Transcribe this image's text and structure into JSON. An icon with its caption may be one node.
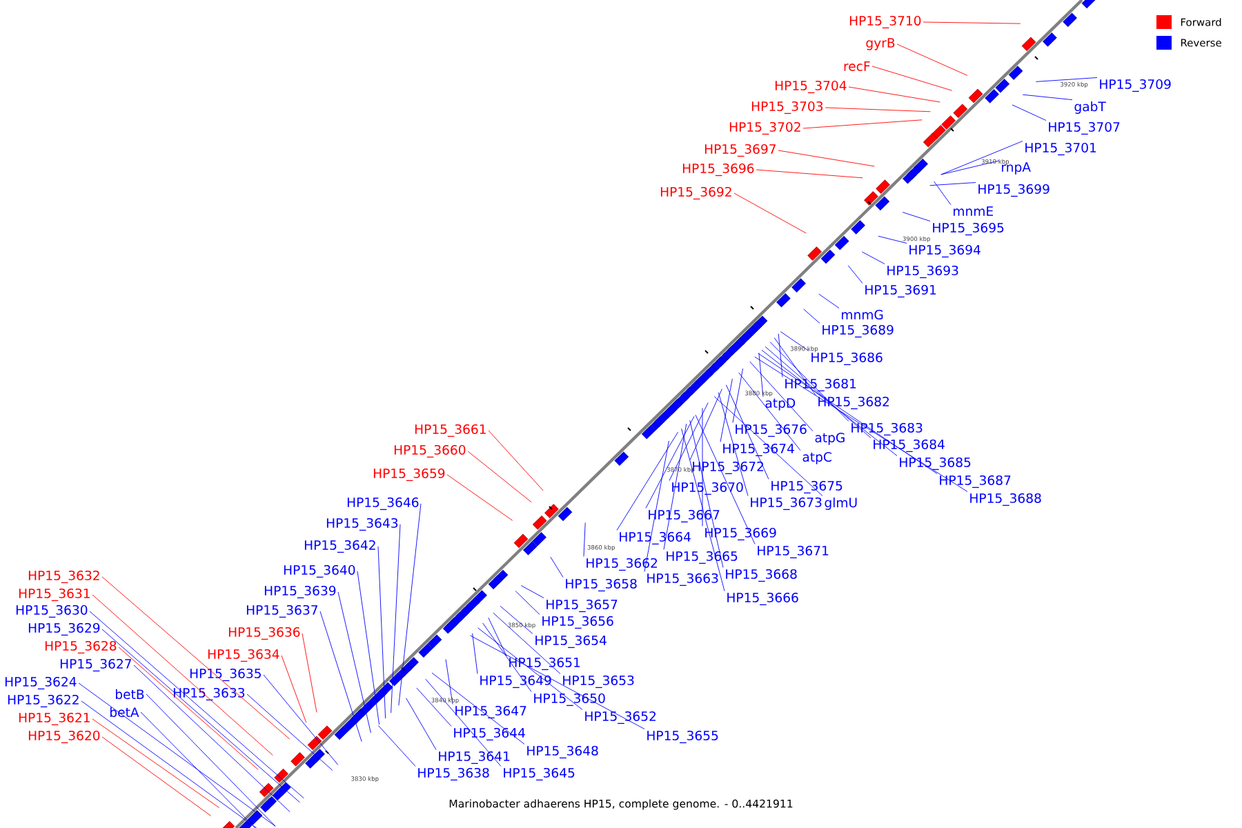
{
  "diagram": {
    "caption": "Marinobacter adhaerens HP15, complete genome. - 0..4421911",
    "nodes": [
      {
        "text": [
          "HP15_3710"
        ]
      },
      {
        "text": [
          "gyrB"
        ]
      },
      {
        "text": [
          "recF"
        ]
      },
      {
        "text": [
          "HP15_3704"
        ]
      },
      {
        "text": [
          "HP15_3703"
        ]
      },
      {
        "text": [
          "HP15_3702"
        ]
      },
      {
        "text": [
          "HP15_3697"
        ]
      },
      {
        "text": [
          "HP15_3696"
        ]
      },
      {
        "text": [
          "HP15_3692"
        ]
      },
      {
        "text": [
          "HP15_3709"
        ]
      },
      {
        "text": [
          "gabT"
        ]
      },
      {
        "text": [
          "HP15_3707"
        ]
      },
      {
        "text": [
          "HP15_3701"
        ]
      },
      {
        "text": [
          "rnpA"
        ]
      },
      {
        "text": [
          "HP15_3699"
        ]
      },
      {
        "text": [
          "mnmE"
        ]
      },
      {
        "text": [
          "HP15_3695"
        ]
      },
      {
        "text": [
          "HP15_3694"
        ]
      },
      {
        "text": [
          "HP15_3693"
        ]
      },
      {
        "text": [
          "HP15_3691"
        ]
      },
      {
        "text": [
          "mnmG"
        ]
      },
      {
        "text": [
          "HP15_3689"
        ]
      },
      {
        "text": [
          "HP15_3686"
        ]
      },
      {
        "text": [
          "HP15_3681"
        ]
      },
      {
        "text": [
          "HP15_3682"
        ]
      },
      {
        "text": [
          "atpD"
        ]
      },
      {
        "text": [
          "HP15_3683"
        ]
      },
      {
        "text": [
          "HP15_3676"
        ]
      },
      {
        "text": [
          "atpG"
        ]
      },
      {
        "text": [
          "HP15_3684"
        ]
      },
      {
        "text": [
          "HP15_3674"
        ]
      },
      {
        "text": [
          "atpC"
        ]
      },
      {
        "text": [
          "HP15_3685"
        ]
      },
      {
        "text": [
          "HP15_3672"
        ]
      },
      {
        "text": [
          "HP15_3675"
        ]
      },
      {
        "text": [
          "HP15_3687"
        ]
      },
      {
        "text": [
          "HP15_3688"
        ]
      },
      {
        "text": [
          "HP15_3670"
        ]
      },
      {
        "text": [
          "HP15_3673"
        ]
      },
      {
        "text": [
          "glmU"
        ]
      },
      {
        "text": [
          "HP15_3661"
        ]
      },
      {
        "text": [
          "HP15_3660"
        ]
      },
      {
        "text": [
          "HP15_3659"
        ]
      },
      {
        "text": [
          "HP15_3646"
        ]
      },
      {
        "text": [
          "HP15_3643"
        ]
      },
      {
        "text": [
          "HP15_3642"
        ]
      },
      {
        "text": [
          "HP15_3667"
        ]
      },
      {
        "text": [
          "HP15_3669"
        ]
      },
      {
        "text": [
          "HP15_3664"
        ]
      },
      {
        "text": [
          "HP15_3671"
        ]
      },
      {
        "text": [
          "HP15_3665"
        ]
      },
      {
        "text": [
          "HP15_3662"
        ]
      },
      {
        "text": [
          "HP15_3640"
        ]
      },
      {
        "text": [
          "HP15_3668"
        ]
      },
      {
        "text": [
          "HP15_3663"
        ]
      },
      {
        "text": [
          "HP15_3632"
        ]
      },
      {
        "text": [
          "HP15_3639"
        ]
      },
      {
        "text": [
          "HP15_3658"
        ]
      },
      {
        "text": [
          "HP15_3631"
        ]
      },
      {
        "text": [
          "HP15_3666"
        ]
      },
      {
        "text": [
          "HP15_3630"
        ]
      },
      {
        "text": [
          "HP15_3637"
        ]
      },
      {
        "text": [
          "HP15_3657"
        ]
      },
      {
        "text": [
          "HP15_3656"
        ]
      },
      {
        "text": [
          "HP15_3629"
        ]
      },
      {
        "text": [
          "HP15_3636"
        ]
      },
      {
        "text": [
          "HP15_3654"
        ]
      },
      {
        "text": [
          "HP15_3628"
        ]
      },
      {
        "text": [
          "HP15_3634"
        ]
      },
      {
        "text": [
          "HP15_3651"
        ]
      },
      {
        "text": [
          "HP15_3627"
        ]
      },
      {
        "text": [
          "HP15_3635"
        ]
      },
      {
        "text": [
          "HP15_3649"
        ]
      },
      {
        "text": [
          "HP15_3653"
        ]
      },
      {
        "text": [
          "HP15_3624"
        ]
      },
      {
        "text": [
          "betB"
        ]
      },
      {
        "text": [
          "HP15_3633"
        ]
      },
      {
        "text": [
          "HP15_3650"
        ]
      },
      {
        "text": [
          "HP15_3622"
        ]
      },
      {
        "text": [
          "betA"
        ]
      },
      {
        "text": [
          "HP15_3647"
        ]
      },
      {
        "text": [
          "HP15_3621"
        ]
      },
      {
        "text": [
          "HP15_3652"
        ]
      },
      {
        "text": [
          "HP15_3644"
        ]
      },
      {
        "text": [
          "HP15_3620"
        ]
      },
      {
        "text": [
          "HP15_3655"
        ]
      },
      {
        "text": [
          "HP15_3648"
        ]
      },
      {
        "text": [
          "HP15_3641"
        ]
      },
      {
        "text": [
          "HP15_3645"
        ]
      },
      {
        "text": [
          "HP15_3638"
        ]
      }
    ],
    "edges": [
      {
        "from": 0,
        "to": null,
        "arrow": "none",
        "color": "#ff0000"
      },
      {
        "from": 1,
        "to": null,
        "arrow": "none",
        "color": "#ff0000"
      },
      {
        "from": 2,
        "to": null,
        "arrow": "none",
        "color": "#ff0000"
      },
      {
        "from": 3,
        "to": null,
        "arrow": "none",
        "color": "#ff0000"
      },
      {
        "from": 4,
        "to": null,
        "arrow": "none",
        "color": "#ff0000"
      },
      {
        "from": 5,
        "to": null,
        "arrow": "none",
        "color": "#ff0000"
      },
      {
        "from": 6,
        "to": null,
        "arrow": "none",
        "color": "#ff0000"
      },
      {
        "from": 7,
        "to": null,
        "arrow": "none",
        "color": "#ff0000"
      },
      {
        "from": 8,
        "to": null,
        "arrow": "none",
        "color": "#ff0000"
      },
      {
        "from": 9,
        "to": null,
        "arrow": "none"
      },
      {
        "from": 10,
        "to": null,
        "arrow": "none"
      },
      {
        "from": 11,
        "to": null,
        "arrow": "none"
      },
      {
        "from": 12,
        "to": null,
        "arrow": "none"
      },
      {
        "from": 13,
        "to": null,
        "arrow": "none"
      },
      {
        "from": 14,
        "to": null,
        "arrow": "none"
      },
      {
        "from": 15,
        "to": null,
        "arrow": "none"
      },
      {
        "from": 16,
        "to": null,
        "arrow": "none"
      },
      {
        "from": 17,
        "to": null,
        "arrow": "none"
      },
      {
        "from": 18,
        "to": null,
        "arrow": "none"
      },
      {
        "from": 19,
        "to": null,
        "arrow": "none"
      },
      {
        "from": 20,
        "to": null,
        "arrow": "none"
      },
      {
        "from": 21,
        "to": null,
        "arrow": "none"
      },
      {
        "from": 22,
        "to": null,
        "arrow": "none"
      },
      {
        "from": 23,
        "to": null,
        "arrow": "none"
      },
      {
        "from": 24,
        "to": null,
        "arrow": "none"
      },
      {
        "from": 25,
        "to": null,
        "arrow": "none"
      },
      {
        "from": 26,
        "to": null,
        "arrow": "none"
      },
      {
        "from": 27,
        "to": null,
        "arrow": "none"
      },
      {
        "from": 28,
        "to": null,
        "arrow": "none"
      },
      {
        "from": 29,
        "to": null,
        "arrow": "none"
      },
      {
        "from": 30,
        "to": null,
        "arrow": "none"
      },
      {
        "from": 31,
        "to": null,
        "arrow": "none"
      },
      {
        "from": 32,
        "to": null,
        "arrow": "none"
      },
      {
        "from": 33,
        "to": null,
        "arrow": "none"
      },
      {
        "from": 34,
        "to": null,
        "arrow": "none"
      },
      {
        "from": 35,
        "to": null,
        "arrow": "none"
      },
      {
        "from": 36,
        "to": null,
        "arrow": "none"
      },
      {
        "from": 37,
        "to": null,
        "arrow": "none"
      },
      {
        "from": 38,
        "to": null,
        "arrow": "none"
      },
      {
        "from": 39,
        "to": null,
        "arrow": "none"
      },
      {
        "from": 40,
        "to": null,
        "arrow": "none",
        "color": "#ff0000"
      },
      {
        "from": 41,
        "to": null,
        "arrow": "none",
        "color": "#ff0000"
      },
      {
        "from": 42,
        "to": null,
        "arrow": "none",
        "color": "#ff0000"
      },
      {
        "from": 43,
        "to": null,
        "arrow": "none"
      },
      {
        "from": 44,
        "to": null,
        "arrow": "none"
      },
      {
        "from": 45,
        "to": null,
        "arrow": "none"
      },
      {
        "from": 46,
        "to": null,
        "arrow": "none"
      },
      {
        "from": 47,
        "to": null,
        "arrow": "none"
      },
      {
        "from": 48,
        "to": null,
        "arrow": "none"
      },
      {
        "from": 49,
        "to": null,
        "arrow": "none"
      },
      {
        "from": 50,
        "to": null,
        "arrow": "none"
      },
      {
        "from": 51,
        "to": null,
        "arrow": "none"
      },
      {
        "from": 52,
        "to": null,
        "arrow": "none"
      },
      {
        "from": 53,
        "to": null,
        "arrow": "none"
      },
      {
        "from": 54,
        "to": null,
        "arrow": "none"
      },
      {
        "from": 55,
        "to": null,
        "arrow": "none",
        "color": "#ff0000"
      },
      {
        "from": 56,
        "to": null,
        "arrow": "none"
      },
      {
        "from": 57,
        "to": null,
        "arrow": "none"
      },
      {
        "from": 58,
        "to": null,
        "arrow": "none",
        "color": "#ff0000"
      },
      {
        "from": 59,
        "to": null,
        "arrow": "none"
      },
      {
        "from": 60,
        "to": null,
        "arrow": "none"
      },
      {
        "from": 61,
        "to": null,
        "arrow": "none"
      },
      {
        "from": 62,
        "to": null,
        "arrow": "none"
      },
      {
        "from": 63,
        "to": null,
        "arrow": "none"
      },
      {
        "from": 64,
        "to": null,
        "arrow": "none"
      },
      {
        "from": 65,
        "to": null,
        "arrow": "none",
        "color": "#ff0000"
      },
      {
        "from": 66,
        "to": null,
        "arrow": "none"
      },
      {
        "from": 67,
        "to": null,
        "arrow": "none",
        "color": "#ff0000"
      },
      {
        "from": 68,
        "to": null,
        "arrow": "none",
        "color": "#ff0000"
      },
      {
        "from": 69,
        "to": null,
        "arrow": "none"
      },
      {
        "from": 70,
        "to": null,
        "arrow": "none"
      },
      {
        "from": 71,
        "to": null,
        "arrow": "none"
      },
      {
        "from": 72,
        "to": null,
        "arrow": "none"
      },
      {
        "from": 73,
        "to": null,
        "arrow": "none"
      },
      {
        "from": 74,
        "to": null,
        "arrow": "none"
      },
      {
        "from": 75,
        "to": null,
        "arrow": "none"
      },
      {
        "from": 76,
        "to": null,
        "arrow": "none"
      },
      {
        "from": 77,
        "to": null,
        "arrow": "none"
      },
      {
        "from": 78,
        "to": null,
        "arrow": "none"
      },
      {
        "from": 79,
        "to": null,
        "arrow": "none"
      },
      {
        "from": 80,
        "to": null,
        "arrow": "none"
      },
      {
        "from": 81,
        "to": null,
        "arrow": "none",
        "color": "#ff0000"
      },
      {
        "from": 82,
        "to": null,
        "arrow": "none"
      },
      {
        "from": 83,
        "to": null,
        "arrow": "none"
      },
      {
        "from": 84,
        "to": null,
        "arrow": "none",
        "color": "#ff0000"
      },
      {
        "from": 85,
        "to": null,
        "arrow": "none"
      },
      {
        "from": 86,
        "to": null,
        "arrow": "none"
      },
      {
        "from": 87,
        "to": null,
        "arrow": "none"
      },
      {
        "from": 88,
        "to": null,
        "arrow": "none"
      },
      {
        "from": 89,
        "to": null,
        "arrow": "none"
      }
    ],
    "labels": [
      "3920 kbp",
      "3910 kbp",
      "3900 kbp",
      "3890 kbp",
      "3880 kbp",
      "3870 kbp",
      "3860 kbp",
      "3850 kbp",
      "3840 kbp",
      "3830 kbp"
    ],
    "legend": [
      {
        "text": "Forward",
        "color": "#ff0000"
      },
      {
        "text": "Reverse",
        "color": "#0000ff"
      }
    ]
  }
}
